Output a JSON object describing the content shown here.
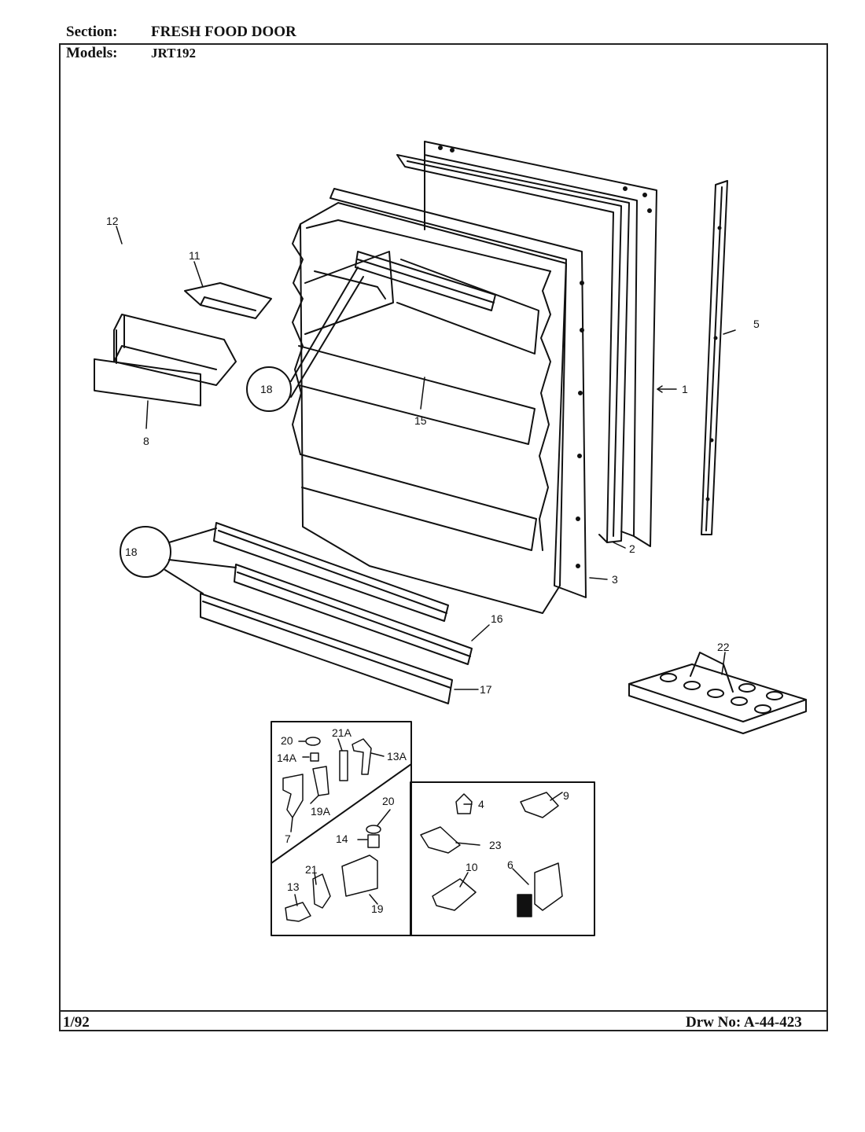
{
  "header": {
    "section_label": "Section:",
    "section_value": "FRESH FOOD DOOR",
    "models_label": "Models:",
    "models_value": "JRT192"
  },
  "footer": {
    "date": "1/92",
    "drawing_number": "Drw No: A-44-423"
  },
  "callouts": {
    "c1": "1",
    "c2": "2",
    "c3": "3",
    "c4": "4",
    "c5": "5",
    "c6": "6",
    "c7": "7",
    "c8": "8",
    "c9": "9",
    "c10": "10",
    "c11": "11",
    "c12": "12",
    "c13": "13",
    "c13a": "13A",
    "c14": "14",
    "c14a": "14A",
    "c15": "15",
    "c16": "16",
    "c17": "17",
    "c18a": "18",
    "c18b": "18",
    "c19": "19",
    "c19a": "19A",
    "c20a": "20",
    "c20b": "20",
    "c21": "21",
    "c21a": "21A",
    "c22": "22",
    "c23": "23"
  }
}
